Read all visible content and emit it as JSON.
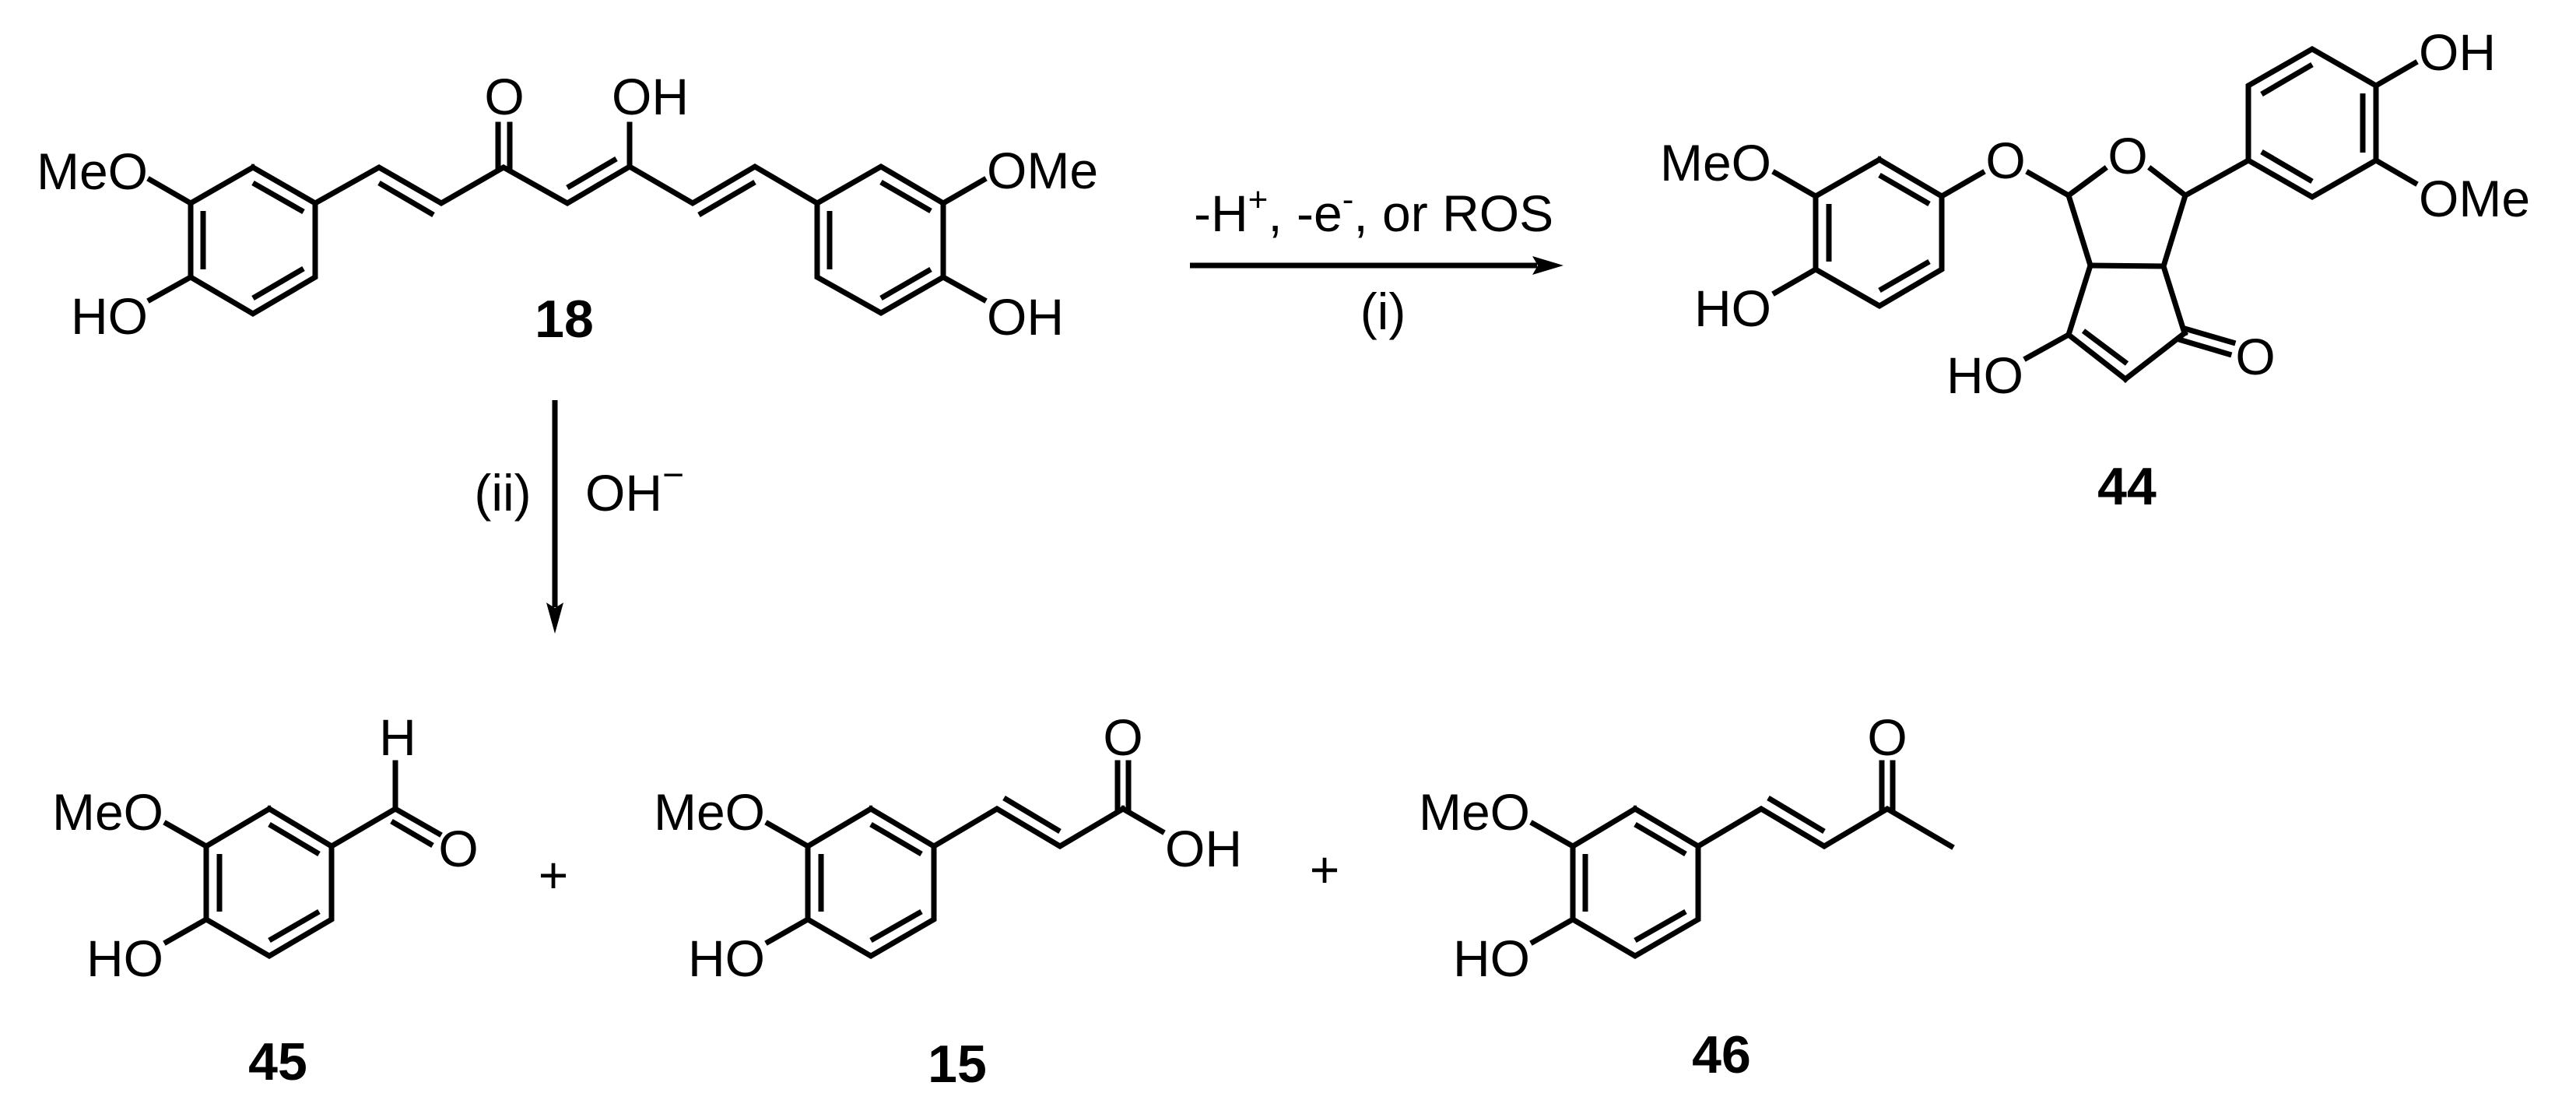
{
  "scheme": {
    "colors": {
      "ink": "#000000",
      "background": "#ffffff"
    },
    "reaction_i": {
      "reagents": "-H⁺, -e⁻, or ROS",
      "reagent_parts": [
        "-H",
        "+",
        ", -e",
        "-",
        ", or ROS"
      ],
      "label": "(i)"
    },
    "reaction_ii": {
      "reagent": "OH",
      "reagent_charge": "−",
      "label": "(ii)"
    },
    "compounds": [
      {
        "id": "18",
        "name": "curcumin (keto-enol form)",
        "labels": {
          "meo": "MeO",
          "ho": "HO",
          "o": "O",
          "oh_enol": "OH",
          "ome": "OMe",
          "oh": "OH"
        }
      },
      {
        "id": "44",
        "name": "bicyclopentadione-type oxidation product",
        "labels": {
          "meo": "MeO",
          "ho": "HO",
          "o_ether": "O",
          "o_ring": "O",
          "oh_right": "OH",
          "ome_right": "OMe",
          "ho_enol": "HO",
          "o_ketone": "O"
        }
      },
      {
        "id": "45",
        "name": "vanillin",
        "labels": {
          "meo": "MeO",
          "ho": "HO",
          "h": "H",
          "o": "O"
        }
      },
      {
        "id": "15",
        "name": "ferulic acid",
        "labels": {
          "meo": "MeO",
          "ho": "HO",
          "o": "O",
          "oh": "OH"
        }
      },
      {
        "id": "46",
        "name": "feruloylmethane / dehydrozingerone",
        "labels": {
          "meo": "MeO",
          "ho": "HO",
          "o": "O"
        }
      }
    ],
    "plus_signs": [
      "+",
      "+"
    ]
  }
}
